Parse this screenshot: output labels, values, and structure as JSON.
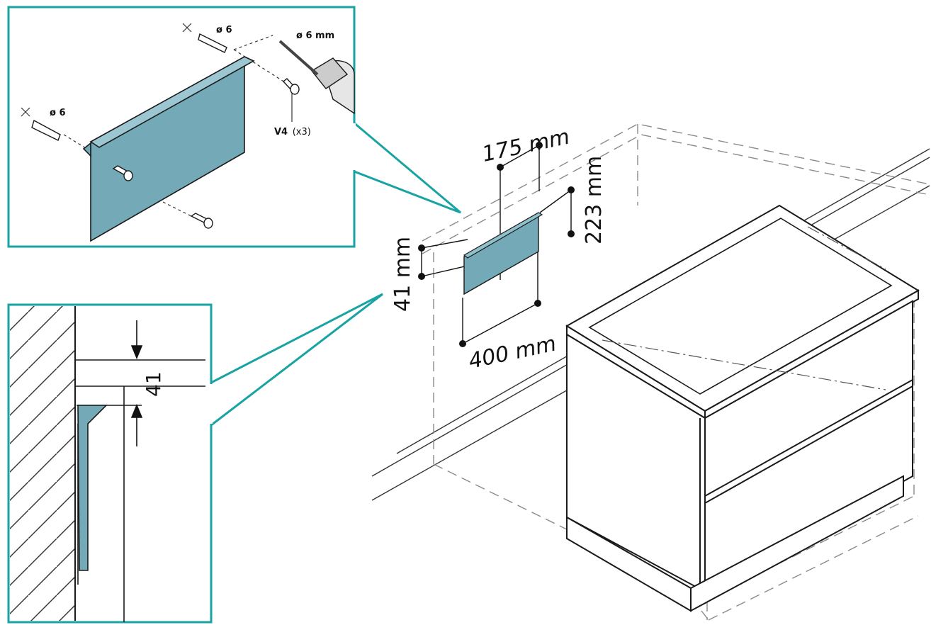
{
  "colors": {
    "accent": "#1aa3a3",
    "bracket_fill": "#74aab8",
    "line": "#1a1a1a",
    "dashed": "#9a9a9a"
  },
  "top_inset": {
    "dowel_left_label": "ø 6",
    "dowel_top_label": "ø 6",
    "drill_label": "ø 6 mm",
    "screw_code": "V4",
    "screw_count": "(x3)"
  },
  "side_inset": {
    "gap_label": "41"
  },
  "main_view": {
    "dim_width_top": "175 mm",
    "dim_height": "223 mm",
    "dim_depth": "41 mm",
    "dim_width_bottom": "400 mm"
  }
}
